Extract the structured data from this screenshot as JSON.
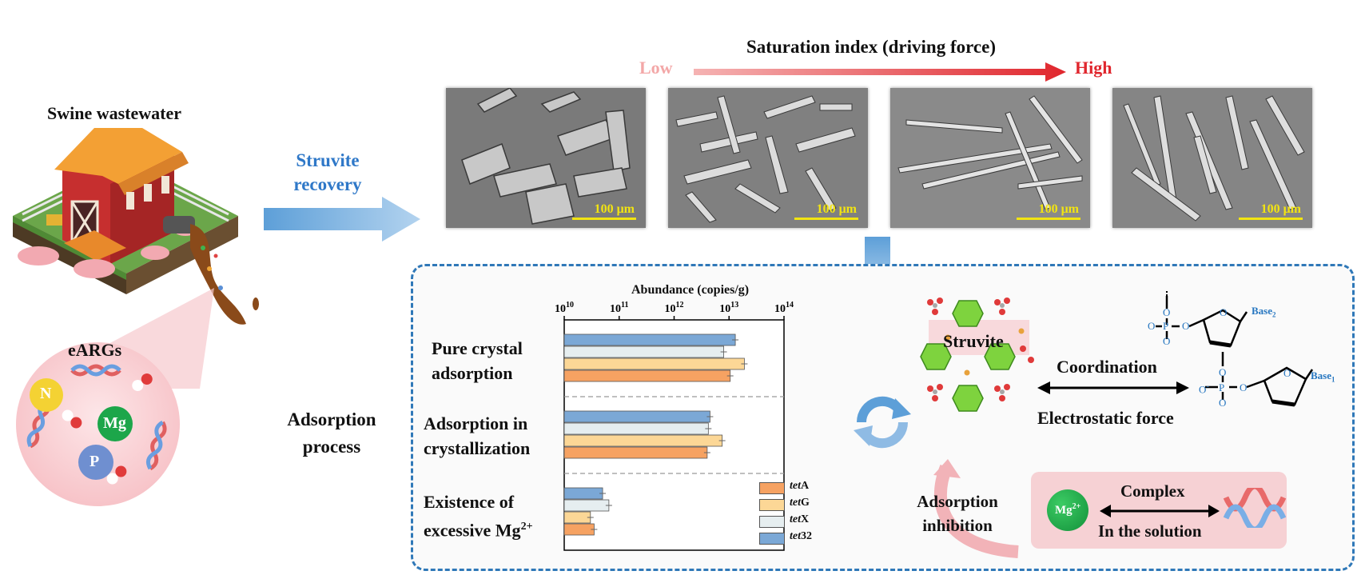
{
  "left": {
    "title": "Swine wastewater",
    "eargs_title": "eARGs",
    "balls": [
      "N",
      "Mg",
      "P"
    ]
  },
  "arrow_recovery": {
    "label_line1": "Struvite",
    "label_line2": "recovery"
  },
  "saturation": {
    "title": "Saturation index (driving force)",
    "low": "Low",
    "high": "High"
  },
  "sem_images": [
    {
      "scale": "100 μm"
    },
    {
      "scale": "100 μm"
    },
    {
      "scale": "100 μm"
    },
    {
      "scale": "100 μm"
    }
  ],
  "adsorption_process": {
    "line1": "Adsorption",
    "line2": "process"
  },
  "chart_data": {
    "type": "bar",
    "orientation": "horizontal",
    "xlabel": "Abundance (copies/g)",
    "x_scale": "log",
    "xlim": [
      10000000000.0,
      100000000000000.0
    ],
    "x_ticks": [
      "10",
      "10",
      "10",
      "10",
      "10"
    ],
    "x_tick_exp": [
      "10",
      "11",
      "12",
      "13",
      "14"
    ],
    "groups": [
      {
        "label_line1": "Pure crystal",
        "label_line2": "adsorption",
        "label_sup": ""
      },
      {
        "label_line1": "Adsorption in",
        "label_line2": "crystallization",
        "label_sup": ""
      },
      {
        "label_line1": "Existence of",
        "label_line2": "excessive Mg",
        "label_sup": "2+"
      }
    ],
    "series": [
      {
        "name_italic": "tet",
        "name_rest": "32",
        "color": "#7ba8d6",
        "values": [
          13000000000000.0,
          4500000000000.0,
          50000000000.0
        ]
      },
      {
        "name_italic": "tet",
        "name_rest": "X",
        "color": "#e6eef0",
        "values": [
          8000000000000.0,
          4200000000000.0,
          65000000000.0
        ]
      },
      {
        "name_italic": "tet",
        "name_rest": "G",
        "color": "#fcd796",
        "values": [
          19000000000000.0,
          7500000000000.0,
          30000000000.0
        ]
      },
      {
        "name_italic": "tet",
        "name_rest": "A",
        "color": "#f6a262",
        "values": [
          10500000000000.0,
          4000000000000.0,
          35000000000.0
        ]
      }
    ],
    "legend_order": [
      3,
      2,
      1,
      0
    ],
    "legend_position": "bottom-right"
  },
  "right": {
    "struvite": "Struvite",
    "coordination": "Coordination",
    "electrostatic": "Electrostatic force",
    "base2": "Base",
    "base2_sub": "2",
    "base1": "Base",
    "base1_sub": "1",
    "adsorption_inhibition_line1": "Adsorption",
    "adsorption_inhibition_line2": "inhibition",
    "mg_ion": "Mg",
    "mg_ion_sup": "2+",
    "complex": "Complex",
    "in_solution": "In the solution",
    "atoms": {
      "O": "O",
      "P": "P",
      "O_minus": "O",
      "minus": "-"
    }
  },
  "colors": {
    "recovery_arrow": "#5d9fd8",
    "low": "#f3a7a7",
    "high": "#e0262d",
    "panel_border": "#2f78b8",
    "sem_scale": "#f2e411"
  }
}
